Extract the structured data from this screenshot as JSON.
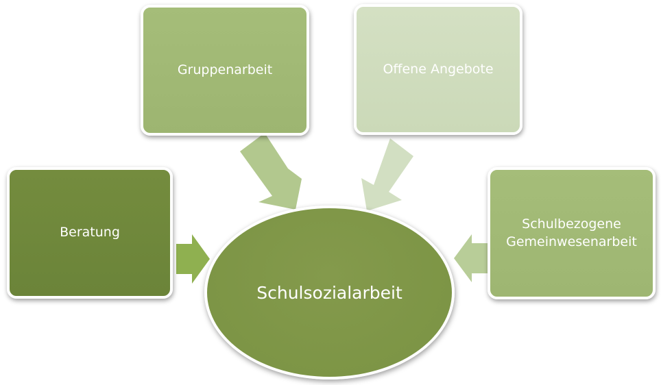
{
  "diagram": {
    "center": {
      "label": "Schulsozialarbeit",
      "color": "#7d9645"
    },
    "nodes": [
      {
        "id": "beratung",
        "label": "Beratung",
        "color": "#6f883b"
      },
      {
        "id": "gruppenarbeit",
        "label": "Gruppenarbeit",
        "color": "#a1b975"
      },
      {
        "id": "offene-angebote",
        "label": "Offene Angebote",
        "color": "#cfdcbd"
      },
      {
        "id": "schulbezogene-gemeinwesenarbeit",
        "label": "Schulbezogene Gemeinwesenarbeit",
        "color": "#a1b975"
      }
    ],
    "arrow_colors": {
      "beratung": "#8fb050",
      "gruppenarbeit": "#b2c88e",
      "offene-angebote": "#d2dfc2",
      "schulbezogene-gemeinwesenarbeit": "#b8cd98"
    }
  }
}
